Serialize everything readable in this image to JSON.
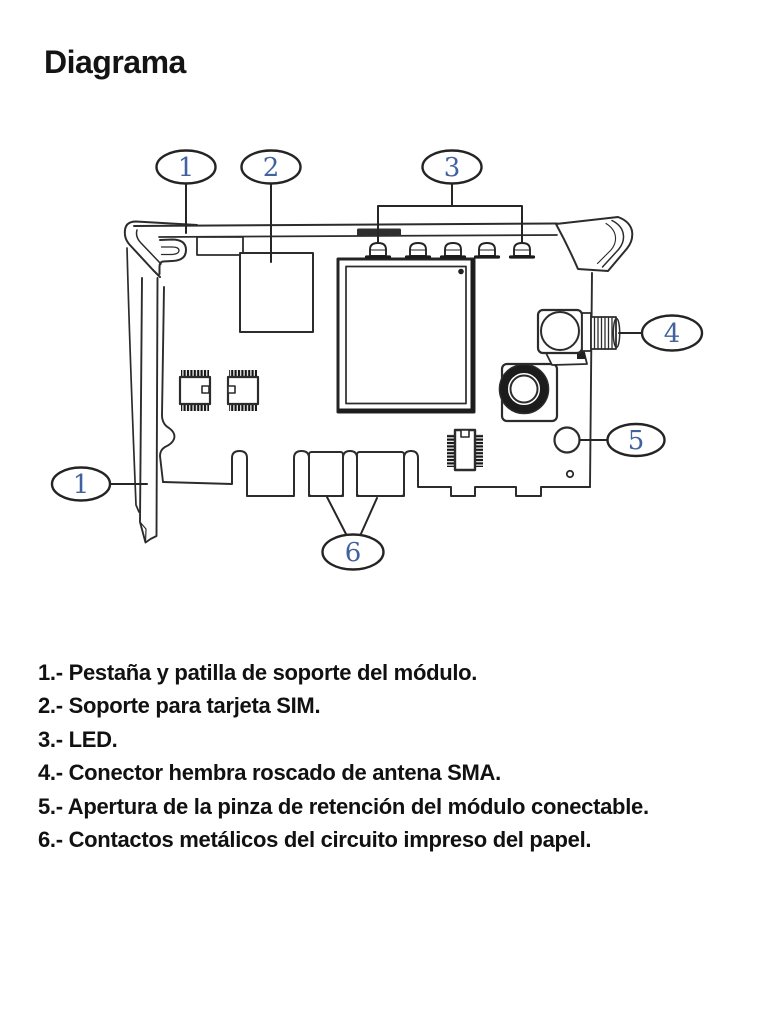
{
  "title": "Diagrama",
  "callouts": {
    "labels": [
      "1",
      "2",
      "3",
      "4",
      "5",
      "6",
      "1"
    ]
  },
  "legend": {
    "items": [
      "1.- Pestaña y patilla de soporte del módulo.",
      "2.- Soporte para tarjeta SIM.",
      "3.- LED.",
      "4.- Conector hembra roscado de antena SMA.",
      "5.- Apertura de la pinza de retención del módulo conectable.",
      "6.- Contactos metálicos del circuito impreso del papel."
    ]
  },
  "colors": {
    "background": "#ffffff",
    "line_art": "#2c2c2c",
    "callout_number": "#41629e",
    "text": "#111111"
  }
}
